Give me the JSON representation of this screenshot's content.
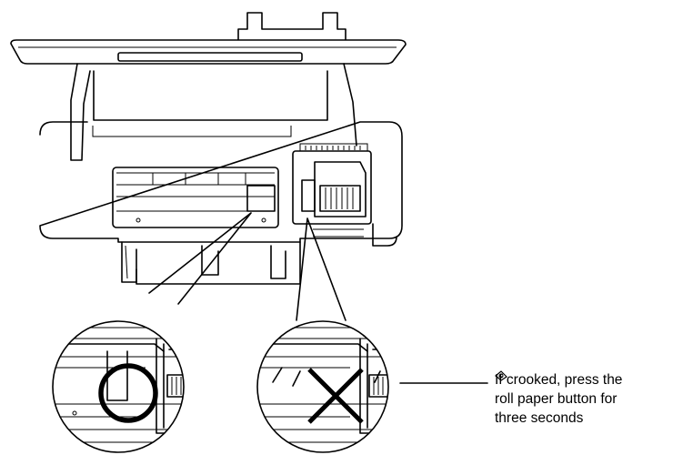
{
  "callout": {
    "line1": "If crooked, press the",
    "line2_text": "roll paper button for",
    "line3": "three seconds",
    "button_icon": "roll-paper-button-icon"
  },
  "markers": {
    "correct_symbol": "circle",
    "incorrect_symbol": "cross"
  }
}
